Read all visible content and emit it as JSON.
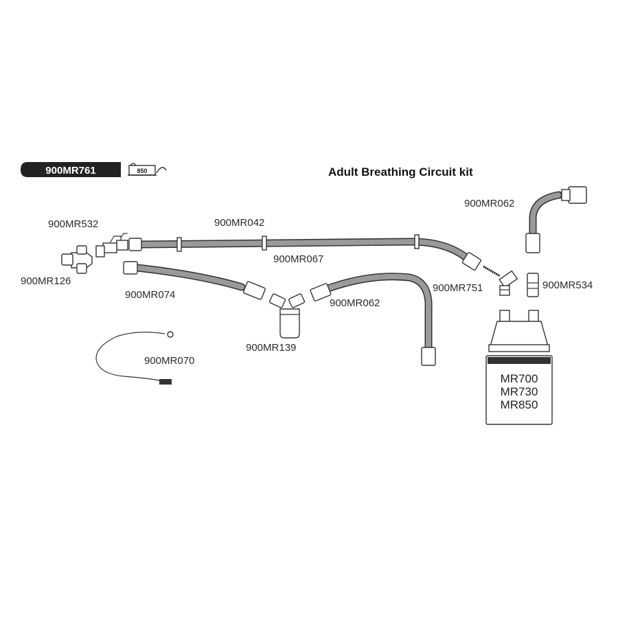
{
  "header": {
    "kit_code": "900MR761",
    "device_tag": "850",
    "title": "Adult Breathing Circuit kit"
  },
  "labels": {
    "mr532": "900MR532",
    "mr042": "900MR042",
    "mr067": "900MR067",
    "mr126": "900MR126",
    "mr074": "900MR074",
    "mr062_top": "900MR062",
    "mr062_mid": "900MR062",
    "mr751": "900MR751",
    "mr534": "900MR534",
    "mr139": "900MR139",
    "mr070": "900MR070"
  },
  "humidifier": {
    "models": [
      "MR700",
      "MR730",
      "MR850"
    ]
  },
  "colors": {
    "line": "#333333",
    "tube_fill": "#9a9a9a",
    "badge": "#222222"
  }
}
